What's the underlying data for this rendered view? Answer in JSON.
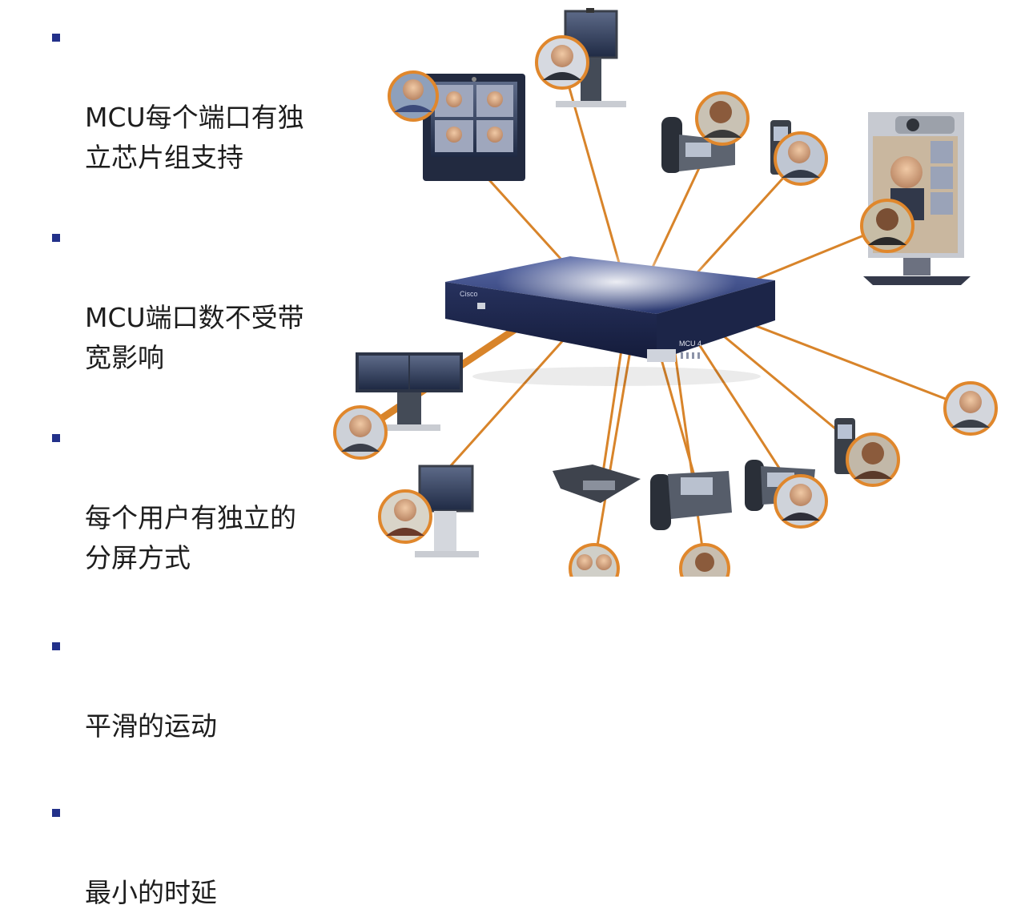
{
  "bullets": [
    {
      "text": "MCU每个端口有独\n立芯片组支持"
    },
    {
      "text": "MCU端口数不受带\n宽影响"
    },
    {
      "text": "每个用户有独立的\n分屏方式"
    },
    {
      "text": "平滑的运动"
    },
    {
      "text": "最小的时延"
    }
  ],
  "diagram": {
    "hub_logo": "Cisco",
    "hub_model": "MCU 4",
    "colors": {
      "bullet": "#23318a",
      "line": "#d8842a",
      "ring": "#e0872c",
      "device": "#2e3a6b",
      "hub": "#3a4a8a"
    }
  }
}
